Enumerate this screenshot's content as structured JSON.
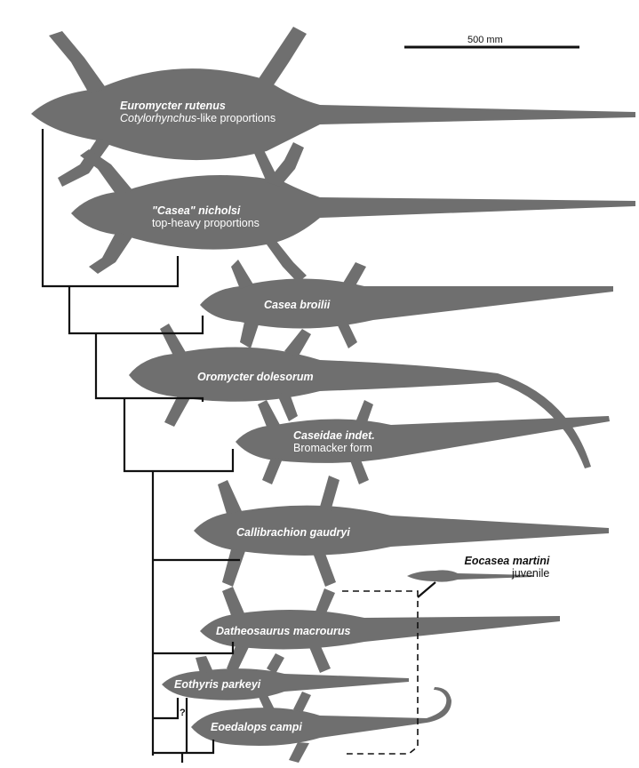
{
  "scale_bar": {
    "label": "500 mm"
  },
  "taxa": [
    {
      "name": "Euromycter rutenus",
      "note_italic": "Cotylorhynchus",
      "note": "-like proportions"
    },
    {
      "name": "\"Casea\" nicholsi",
      "note": "top-heavy proportions"
    },
    {
      "name": "Casea broilii"
    },
    {
      "name": "Oromycter dolesorum"
    },
    {
      "name": "Caseidae indet.",
      "note": "Bromacker form"
    },
    {
      "name": "Callibrachion gaudryi"
    },
    {
      "name": "Eocasea martini",
      "note": "juvenile"
    },
    {
      "name": "Datheosaurus macrourus"
    },
    {
      "name": "Eothyris parkeyi"
    },
    {
      "name": "Eoedalops campi"
    }
  ],
  "uncertain_node_label": "?"
}
